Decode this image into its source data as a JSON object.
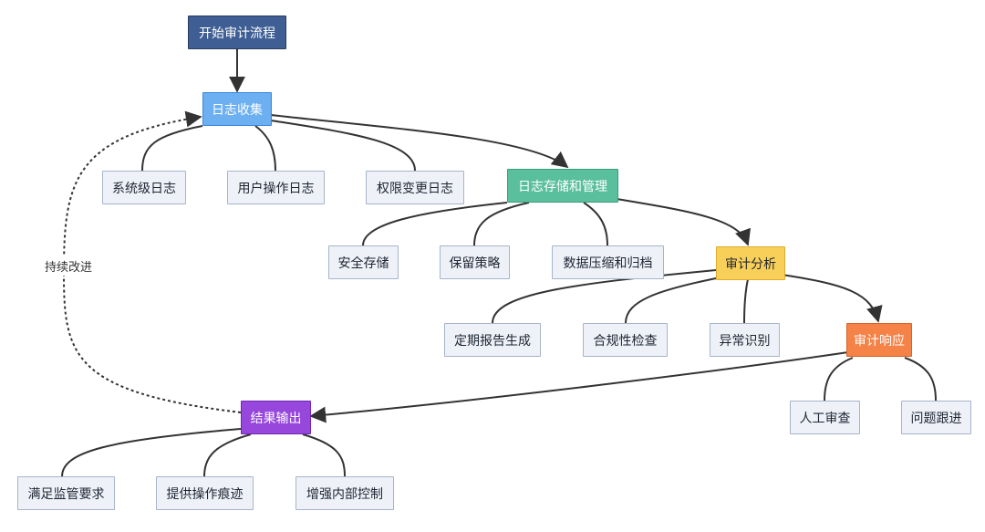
{
  "flow": {
    "start": "开始审计流程",
    "collect": "日志收集",
    "collect_children": [
      "系统级日志",
      "用户操作日志",
      "权限变更日志"
    ],
    "store": "日志存储和管理",
    "store_children": [
      "安全存储",
      "保留策略",
      "数据压缩和归档"
    ],
    "analysis": "审计分析",
    "analysis_children": [
      "定期报告生成",
      "合规性检查",
      "异常识别"
    ],
    "respond": "审计响应",
    "respond_children": [
      "人工审查",
      "问题跟进"
    ],
    "output": "结果输出",
    "output_children": [
      "满足监管要求",
      "提供操作痕迹",
      "增强内部控制"
    ],
    "feedback_label": "持续改进"
  },
  "colors": {
    "start": "#3f5f94",
    "collect": "#6cb0f2",
    "store": "#5abf9d",
    "analysis": "#f8cf58",
    "respond": "#f58247",
    "output": "#9747dc",
    "leaf": "#eef2f8",
    "edge": "#333333"
  }
}
